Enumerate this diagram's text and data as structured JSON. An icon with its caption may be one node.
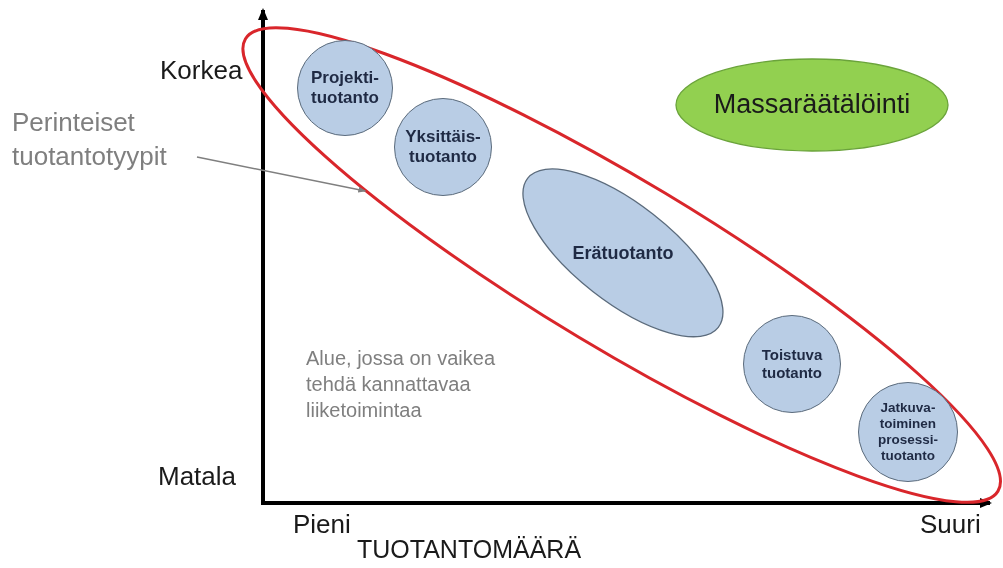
{
  "diagram": {
    "nodes": [
      {
        "text": [
          "Perinteiset tuotantotyypit"
        ]
      },
      {
        "text": [],
        "shape": "ellipse"
      },
      {
        "text": [
          "Projekti- tuotanto"
        ],
        "in": 1
      },
      {
        "text": [
          "Yksittäis- tuotanto"
        ],
        "in": 1
      },
      {
        "text": [
          "Erätuotanto"
        ],
        "in": 1
      },
      {
        "text": [
          "Toistuva tuotanto"
        ],
        "in": 1
      },
      {
        "text": [
          "Jatkuva- toiminen prosessi- tuotanto"
        ],
        "in": 1
      },
      {
        "text": [
          "Massaräätälöinti"
        ]
      }
    ],
    "edges": [
      {
        "from": 0,
        "to": 1,
        "arrow": "to"
      }
    ],
    "labels": [
      "Korkea",
      "Matala",
      "Alue, jossa on vaikea tehdä kannattavaa liiketoimintaa",
      "Pieni",
      "Suuri",
      "TUOTANTOMÄÄRÄ"
    ]
  }
}
